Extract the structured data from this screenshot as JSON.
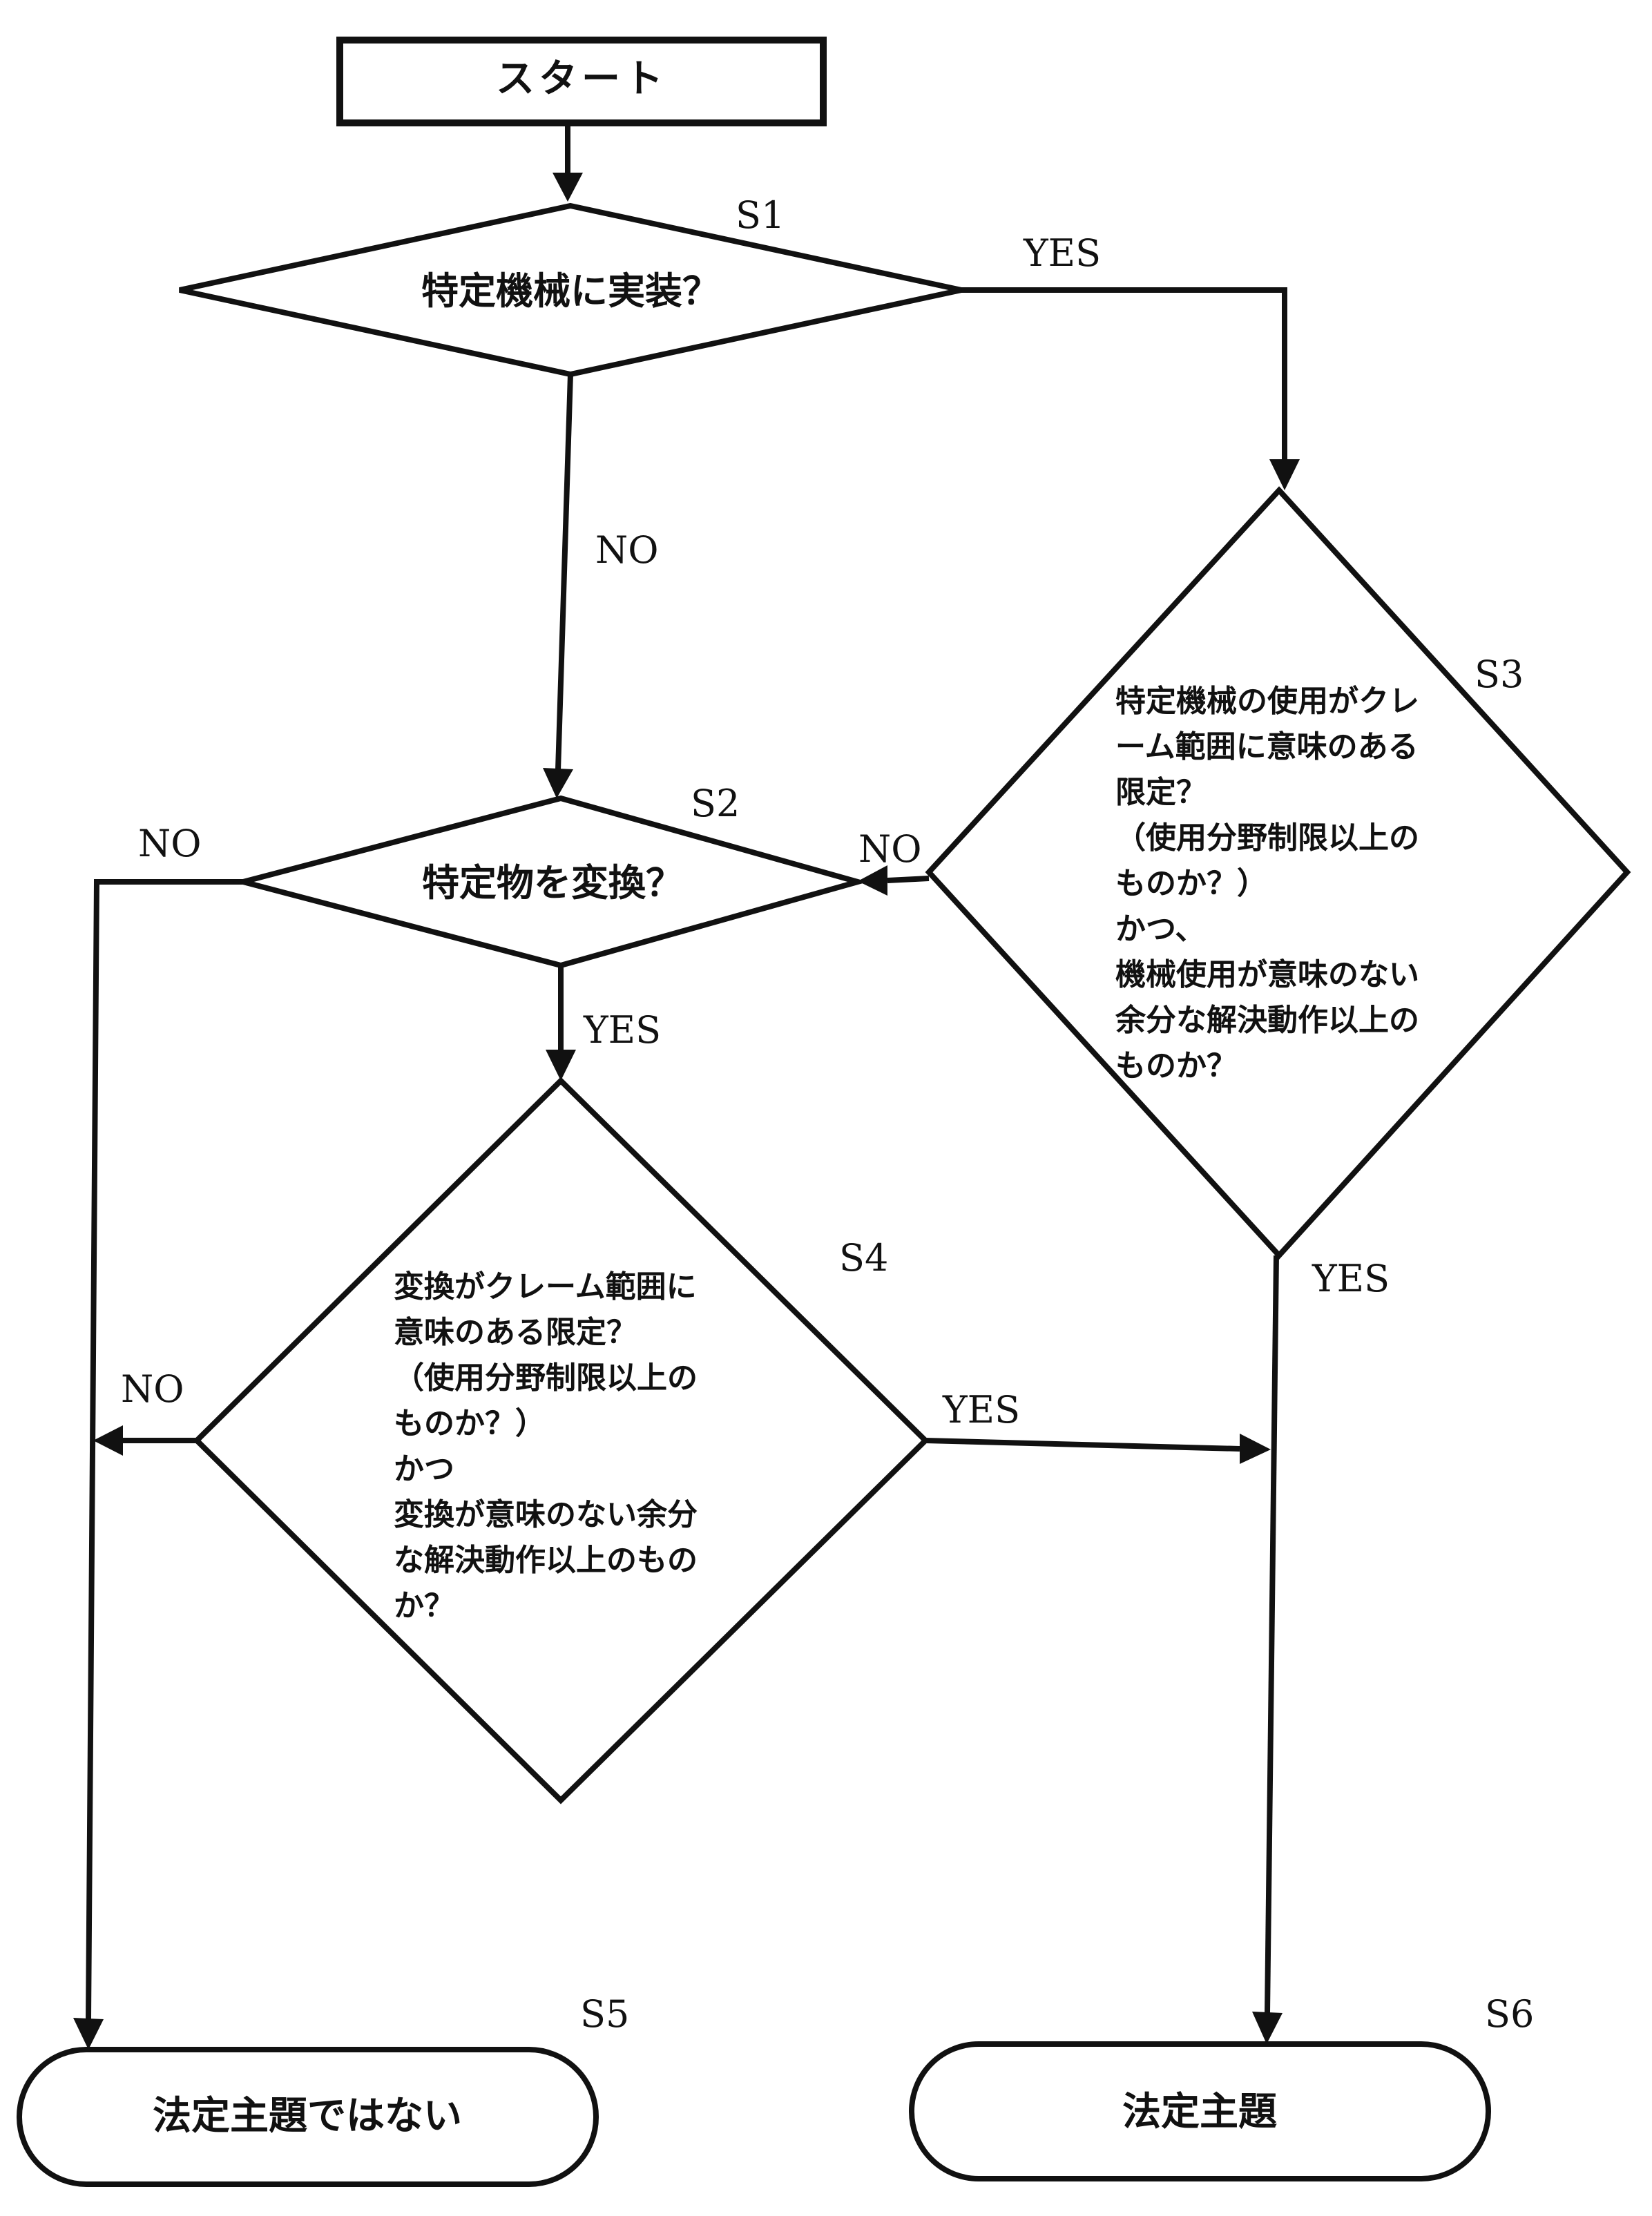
{
  "nodes": {
    "start": {
      "text": [
        "スタート"
      ]
    },
    "s1": {
      "label": "S1",
      "text": [
        "特定機械に実装？"
      ]
    },
    "s2": {
      "label": "S2",
      "text": [
        "特定物を変換？"
      ]
    },
    "s3": {
      "label": "S3",
      "text": [
        "特定機械の使用がクレ",
        "ーム範囲に意味のある",
        "限定？",
        "（使用分野制限以上の",
        "ものか？）",
        "かつ、",
        "機械使用が意味のない",
        "余分な解決動作以上の",
        "ものか？"
      ]
    },
    "s4": {
      "label": "S4",
      "text": [
        "変換がクレーム範囲に",
        "意味のある限定？",
        "（使用分野制限以上の",
        "ものか？）",
        "かつ",
        "変換が意味のない余分",
        "な解決動作以上のもの",
        "か？"
      ]
    },
    "s5": {
      "label": "S5",
      "text": [
        "法定主題ではない"
      ]
    },
    "s6": {
      "label": "S6",
      "text": [
        "法定主題"
      ]
    }
  },
  "edges": {
    "start_s1": {
      "label": ""
    },
    "s1_yes": {
      "label": "YES"
    },
    "s1_no": {
      "label": "NO"
    },
    "s2_no": {
      "label": "NO"
    },
    "s2_yes": {
      "label": "YES"
    },
    "s3_no": {
      "label": "NO"
    },
    "s3_yes": {
      "label": "YES"
    },
    "s4_no": {
      "label": "NO"
    },
    "s4_yes": {
      "label": "YES"
    }
  },
  "colors": {
    "line": "#111111",
    "background": "#ffffff"
  }
}
